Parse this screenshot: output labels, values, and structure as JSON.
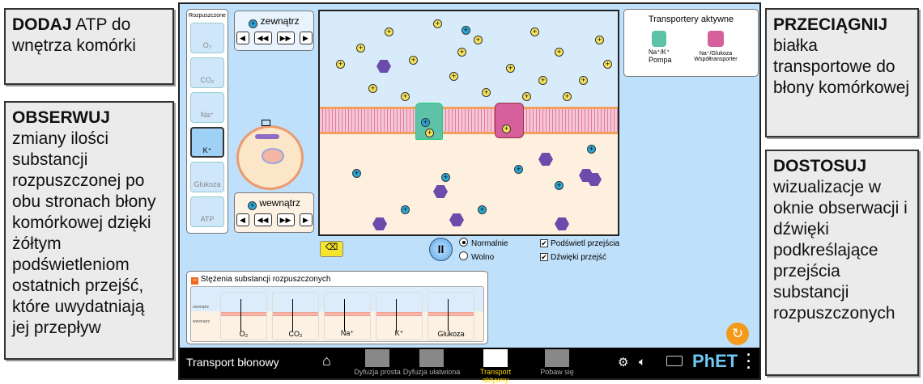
{
  "callouts": {
    "add": {
      "bold": "DODAJ",
      "text": " ATP do wnętrza komórki"
    },
    "observe": {
      "bold": "OBSERWUJ",
      "text": " zmiany ilości substancji rozpuszczonej po obu stronach błony komórkowej dzięki żółtym podświetleniom ostatnich przejść, które uwydatniają jej przepływ"
    },
    "drag": {
      "bold": "PRZECIĄGNIJ",
      "text": " białka transportowe do błony komórkowej"
    },
    "adjust": {
      "bold": "DOSTOSUJ",
      "text": " wizualizacje w oknie obserwacji i dźwięki podkreślające przejścia substancji rozpuszczonych"
    }
  },
  "solutes": {
    "title": "Rozpuszczone",
    "items": [
      {
        "label": "O₂",
        "selected": false
      },
      {
        "label": "CO₂",
        "selected": false
      },
      {
        "label": "Na⁺",
        "selected": false
      },
      {
        "label": "K⁺",
        "selected": true
      },
      {
        "label": "Glukoza",
        "selected": false
      },
      {
        "label": "ATP",
        "selected": false
      }
    ]
  },
  "outside_control": {
    "label": "zewnątrz"
  },
  "inside_control": {
    "label": "wewnątrz"
  },
  "transporters": {
    "title": "Transportery aktywne",
    "pump": {
      "label1": "Na⁺/K⁺",
      "label2": "Pompa"
    },
    "cotransporter": {
      "label1": "Na⁺/Glukoza",
      "label2": "Współtransporter"
    }
  },
  "playback": {
    "speed_options": [
      "Normalnie",
      "Wolno"
    ],
    "selected_speed": "Normalnie",
    "state": "playing"
  },
  "options": {
    "highlight": {
      "label": "Podświetl przejścia",
      "checked": true
    },
    "sounds": {
      "label": "Dźwięki przejść",
      "checked": true
    }
  },
  "concentrations": {
    "title": "Stężenia substancji rozpuszczonych",
    "outside_label": "zewnątrz",
    "inside_label": "wewnątrz",
    "bars": [
      {
        "label": "O₂"
      },
      {
        "label": "CO₂"
      },
      {
        "label": "Na⁺"
      },
      {
        "label": "K⁺"
      },
      {
        "label": "Glukoza"
      }
    ]
  },
  "navbar": {
    "title": "Transport błonowy",
    "tabs": [
      {
        "label": "Dyfuzja prosta",
        "active": false
      },
      {
        "label": "Dyfuzja ułatwiona",
        "active": false
      },
      {
        "label": "Transport aktywny",
        "active": true
      },
      {
        "label": "Pobaw się",
        "active": false
      }
    ],
    "brand": "PhET"
  },
  "colors": {
    "sim_bg": "#bfe0fb",
    "na": "#f6e35a",
    "k": "#2ba7d6",
    "glucose": "#6b4bab",
    "active_tab": "#ffd800",
    "pump": "#5cc3a8",
    "cotransporter": "#d5609b"
  }
}
